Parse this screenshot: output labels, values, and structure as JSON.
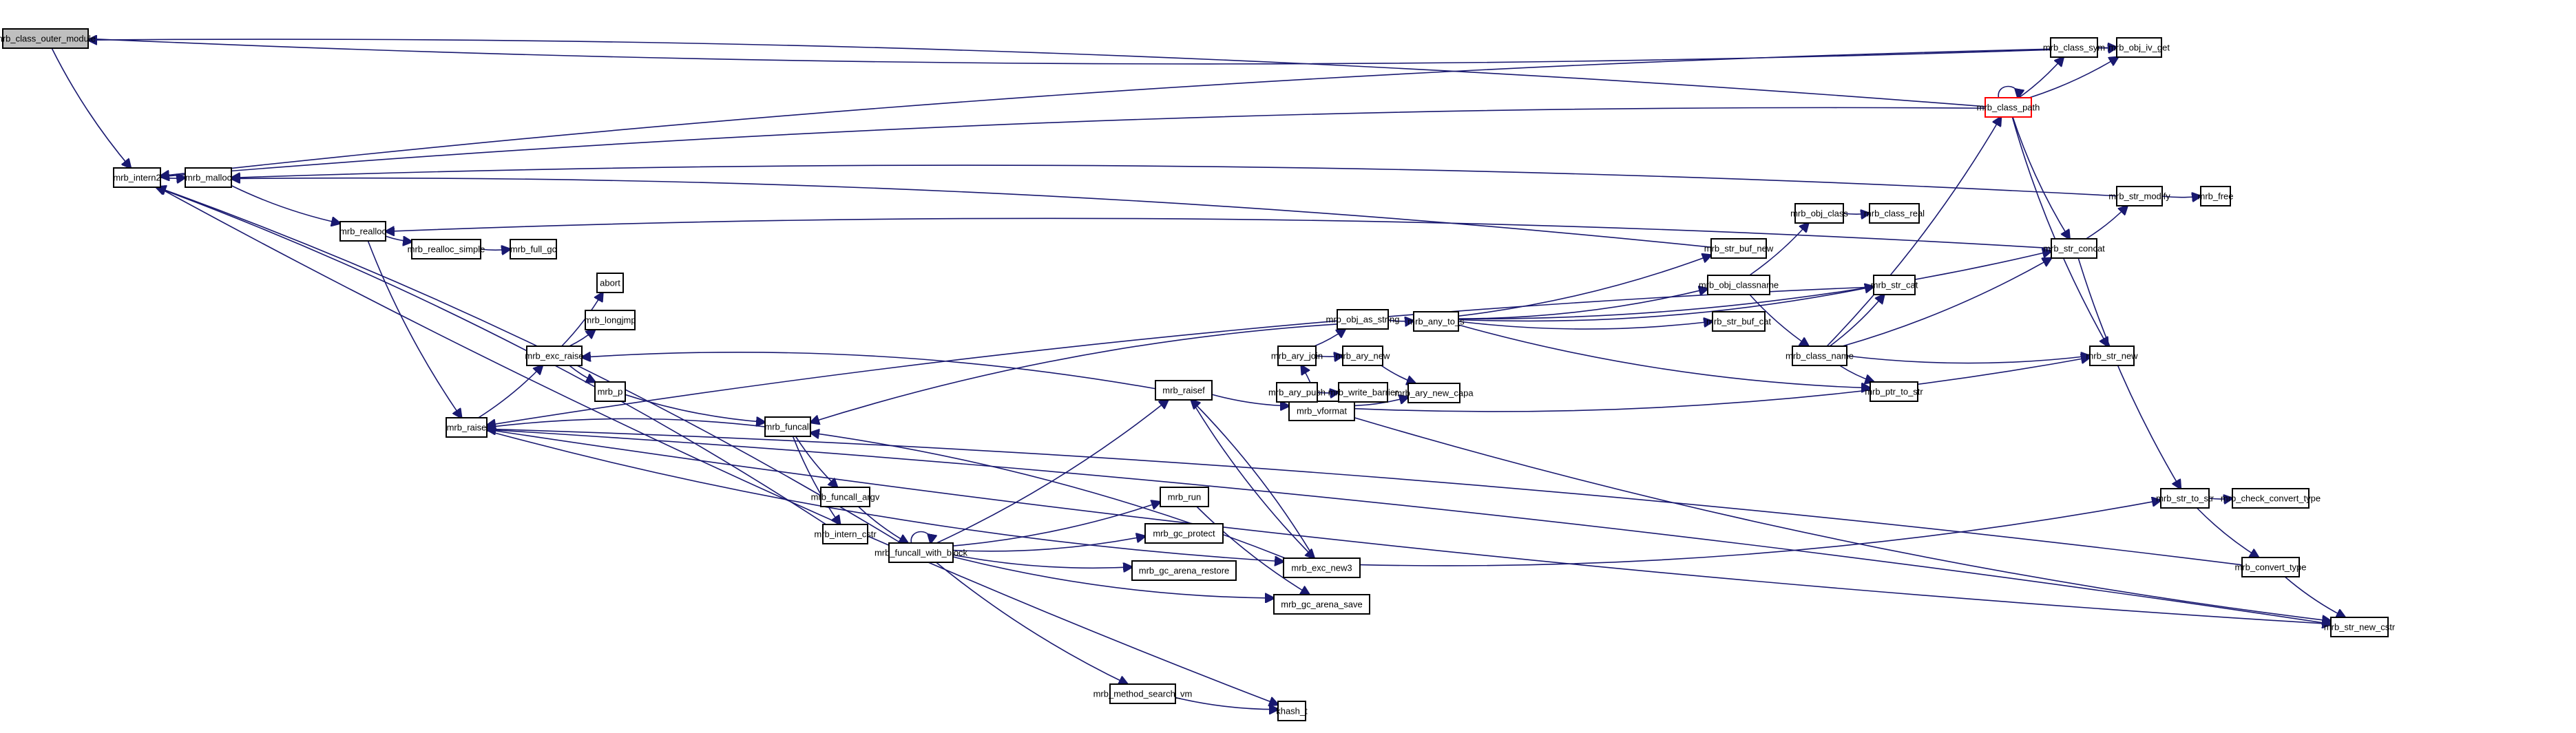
{
  "diagram": {
    "type": "call-graph",
    "root": "mrb_class_outer_module",
    "highlighted": "mrb_class_path",
    "colors": {
      "edge": "#191970",
      "root_fill": "#bfbfbf",
      "focus_stroke": "#ff0000",
      "node_stroke": "#000000",
      "node_fill": "#ffffff"
    },
    "nodes": [
      {
        "id": "mrb_class_outer_module",
        "label": "mrb_class_outer_module",
        "kind": "root"
      },
      {
        "id": "mrb_intern2",
        "label": "mrb_intern2"
      },
      {
        "id": "mrb_malloc",
        "label": "mrb_malloc"
      },
      {
        "id": "mrb_realloc",
        "label": "mrb_realloc"
      },
      {
        "id": "mrb_realloc_simple",
        "label": "mrb_realloc_simple"
      },
      {
        "id": "mrb_full_gc",
        "label": "mrb_full_gc"
      },
      {
        "id": "abort",
        "label": "abort"
      },
      {
        "id": "mrb_longjmp",
        "label": "mrb_longjmp"
      },
      {
        "id": "mrb_exc_raise",
        "label": "mrb_exc_raise"
      },
      {
        "id": "mrb_p",
        "label": "mrb_p"
      },
      {
        "id": "mrb_raise",
        "label": "mrb_raise"
      },
      {
        "id": "mrb_funcall",
        "label": "mrb_funcall"
      },
      {
        "id": "mrb_funcall_argv",
        "label": "mrb_funcall_argv"
      },
      {
        "id": "mrb_intern_cstr",
        "label": "mrb_intern_cstr"
      },
      {
        "id": "mrb_funcall_with_block",
        "label": "mrb_funcall_with_block"
      },
      {
        "id": "mrb_raisef",
        "label": "mrb_raisef"
      },
      {
        "id": "mrb_vformat",
        "label": "mrb_vformat"
      },
      {
        "id": "mrb_run",
        "label": "mrb_run"
      },
      {
        "id": "mrb_gc_protect",
        "label": "mrb_gc_protect"
      },
      {
        "id": "mrb_gc_arena_restore",
        "label": "mrb_gc_arena_restore"
      },
      {
        "id": "mrb_exc_new3",
        "label": "mrb_exc_new3"
      },
      {
        "id": "mrb_gc_arena_save",
        "label": "mrb_gc_arena_save"
      },
      {
        "id": "mrb_method_search_vm",
        "label": "mrb_method_search_vm"
      },
      {
        "id": "khash_t",
        "label": "khash_t"
      },
      {
        "id": "mrb_obj_as_string",
        "label": "mrb_obj_as_string"
      },
      {
        "id": "mrb_ary_join",
        "label": "mrb_ary_join"
      },
      {
        "id": "mrb_ary_new",
        "label": "mrb_ary_new"
      },
      {
        "id": "mrb_ary_push",
        "label": "mrb_ary_push"
      },
      {
        "id": "mrb_write_barrier",
        "label": "mrb_write_barrier"
      },
      {
        "id": "mrb_ary_new_capa",
        "label": "mrb_ary_new_capa"
      },
      {
        "id": "mrb_any_to_s",
        "label": "mrb_any_to_s"
      },
      {
        "id": "mrb_str_buf_new",
        "label": "mrb_str_buf_new"
      },
      {
        "id": "mrb_obj_classname",
        "label": "mrb_obj_classname"
      },
      {
        "id": "mrb_str_buf_cat",
        "label": "mrb_str_buf_cat"
      },
      {
        "id": "mrb_obj_class",
        "label": "mrb_obj_class"
      },
      {
        "id": "mrb_class_real",
        "label": "mrb_class_real"
      },
      {
        "id": "mrb_class_name",
        "label": "mrb_class_name"
      },
      {
        "id": "mrb_ptr_to_str",
        "label": "mrb_ptr_to_str"
      },
      {
        "id": "mrb_str_cat",
        "label": "mrb_str_cat"
      },
      {
        "id": "mrb_class_path",
        "label": "mrb_class_path",
        "kind": "focus"
      },
      {
        "id": "mrb_class_sym",
        "label": "mrb_class_sym"
      },
      {
        "id": "mrb_obj_iv_get",
        "label": "mrb_obj_iv_get"
      },
      {
        "id": "mrb_str_concat",
        "label": "mrb_str_concat"
      },
      {
        "id": "mrb_str_modify",
        "label": "mrb_str_modify"
      },
      {
        "id": "mrb_free",
        "label": "mrb_free"
      },
      {
        "id": "mrb_str_new",
        "label": "mrb_str_new"
      },
      {
        "id": "mrb_str_to_str",
        "label": "mrb_str_to_str"
      },
      {
        "id": "mrb_check_convert_type",
        "label": "mrb_check_convert_type"
      },
      {
        "id": "mrb_convert_type",
        "label": "mrb_convert_type"
      },
      {
        "id": "mrb_str_new_cstr",
        "label": "mrb_str_new_cstr"
      }
    ],
    "edges": [
      [
        "mrb_class_outer_module",
        "mrb_intern2"
      ],
      [
        "mrb_class_outer_module",
        "mrb_obj_iv_get"
      ],
      [
        "mrb_class_path",
        "mrb_class_outer_module"
      ],
      [
        "mrb_intern2",
        "mrb_malloc"
      ],
      [
        "mrb_malloc",
        "mrb_realloc"
      ],
      [
        "mrb_realloc",
        "mrb_realloc_simple"
      ],
      [
        "mrb_realloc_simple",
        "mrb_full_gc"
      ],
      [
        "mrb_realloc",
        "mrb_raise"
      ],
      [
        "mrb_raise",
        "mrb_exc_raise"
      ],
      [
        "mrb_exc_raise",
        "abort"
      ],
      [
        "mrb_exc_raise",
        "mrb_longjmp"
      ],
      [
        "mrb_exc_raise",
        "mrb_p"
      ],
      [
        "mrb_p",
        "mrb_funcall"
      ],
      [
        "mrb_funcall",
        "mrb_raise"
      ],
      [
        "mrb_funcall",
        "mrb_funcall_argv"
      ],
      [
        "mrb_funcall",
        "mrb_intern_cstr"
      ],
      [
        "mrb_intern_cstr",
        "mrb_intern2"
      ],
      [
        "mrb_funcall_argv",
        "mrb_funcall_with_block"
      ],
      [
        "mrb_funcall_with_block",
        "mrb_funcall_with_block"
      ],
      [
        "mrb_funcall_with_block",
        "mrb_raisef"
      ],
      [
        "mrb_funcall_with_block",
        "mrb_run"
      ],
      [
        "mrb_funcall_with_block",
        "mrb_gc_protect"
      ],
      [
        "mrb_funcall_with_block",
        "mrb_gc_arena_restore"
      ],
      [
        "mrb_funcall_with_block",
        "mrb_gc_arena_save"
      ],
      [
        "mrb_funcall_with_block",
        "mrb_method_search_vm"
      ],
      [
        "mrb_funcall_with_block",
        "mrb_intern2"
      ],
      [
        "mrb_method_search_vm",
        "khash_t"
      ],
      [
        "mrb_intern2",
        "khash_t"
      ],
      [
        "mrb_run",
        "mrb_gc_arena_save"
      ],
      [
        "mrb_raisef",
        "mrb_exc_raise"
      ],
      [
        "mrb_raisef",
        "mrb_vformat"
      ],
      [
        "mrb_raisef",
        "mrb_exc_new3"
      ],
      [
        "mrb_exc_new3",
        "mrb_raisef"
      ],
      [
        "mrb_exc_new3",
        "mrb_funcall"
      ],
      [
        "mrb_exc_new3",
        "mrb_str_to_str"
      ],
      [
        "mrb_raise",
        "mrb_exc_new3"
      ],
      [
        "mrb_vformat",
        "mrb_ary_join"
      ],
      [
        "mrb_vformat",
        "mrb_ary_push"
      ],
      [
        "mrb_vformat",
        "mrb_ary_new_capa"
      ],
      [
        "mrb_vformat",
        "mrb_str_new"
      ],
      [
        "mrb_vformat",
        "mrb_str_new_cstr"
      ],
      [
        "mrb_ary_join",
        "mrb_obj_as_string"
      ],
      [
        "mrb_ary_join",
        "mrb_ary_new"
      ],
      [
        "mrb_ary_new",
        "mrb_ary_new_capa"
      ],
      [
        "mrb_ary_push",
        "mrb_write_barrier"
      ],
      [
        "mrb_obj_as_string",
        "mrb_any_to_s"
      ],
      [
        "mrb_obj_as_string",
        "mrb_funcall"
      ],
      [
        "mrb_any_to_s",
        "mrb_str_buf_new"
      ],
      [
        "mrb_any_to_s",
        "mrb_obj_classname"
      ],
      [
        "mrb_any_to_s",
        "mrb_str_buf_cat"
      ],
      [
        "mrb_any_to_s",
        "mrb_str_cat"
      ],
      [
        "mrb_any_to_s",
        "mrb_ptr_to_str"
      ],
      [
        "mrb_any_to_s",
        "mrb_str_concat"
      ],
      [
        "mrb_obj_classname",
        "mrb_obj_class"
      ],
      [
        "mrb_obj_classname",
        "mrb_class_name"
      ],
      [
        "mrb_obj_class",
        "mrb_class_real"
      ],
      [
        "mrb_class_name",
        "mrb_class_path"
      ],
      [
        "mrb_class_name",
        "mrb_str_cat"
      ],
      [
        "mrb_class_name",
        "mrb_str_concat"
      ],
      [
        "mrb_class_name",
        "mrb_str_new"
      ],
      [
        "mrb_class_name",
        "mrb_ptr_to_str"
      ],
      [
        "mrb_str_cat",
        "mrb_raise"
      ],
      [
        "mrb_str_buf_new",
        "mrb_malloc"
      ],
      [
        "mrb_class_path",
        "mrb_class_path"
      ],
      [
        "mrb_class_path",
        "mrb_class_sym"
      ],
      [
        "mrb_class_path",
        "mrb_obj_iv_get"
      ],
      [
        "mrb_class_path",
        "mrb_str_concat"
      ],
      [
        "mrb_class_path",
        "mrb_str_new"
      ],
      [
        "mrb_class_path",
        "mrb_intern2"
      ],
      [
        "mrb_class_sym",
        "mrb_obj_iv_get"
      ],
      [
        "mrb_class_sym",
        "mrb_intern2"
      ],
      [
        "mrb_str_concat",
        "mrb_str_modify"
      ],
      [
        "mrb_str_concat",
        "mrb_str_to_str"
      ],
      [
        "mrb_str_concat",
        "mrb_realloc"
      ],
      [
        "mrb_str_modify",
        "mrb_free"
      ],
      [
        "mrb_str_modify",
        "mrb_malloc"
      ],
      [
        "mrb_str_to_str",
        "mrb_check_convert_type"
      ],
      [
        "mrb_str_to_str",
        "mrb_convert_type"
      ],
      [
        "mrb_convert_type",
        "mrb_str_new_cstr"
      ],
      [
        "mrb_convert_type",
        "mrb_raise"
      ],
      [
        "mrb_str_new_cstr",
        "mrb_raise"
      ],
      [
        "mrb_raise",
        "mrb_str_new_cstr"
      ]
    ]
  }
}
